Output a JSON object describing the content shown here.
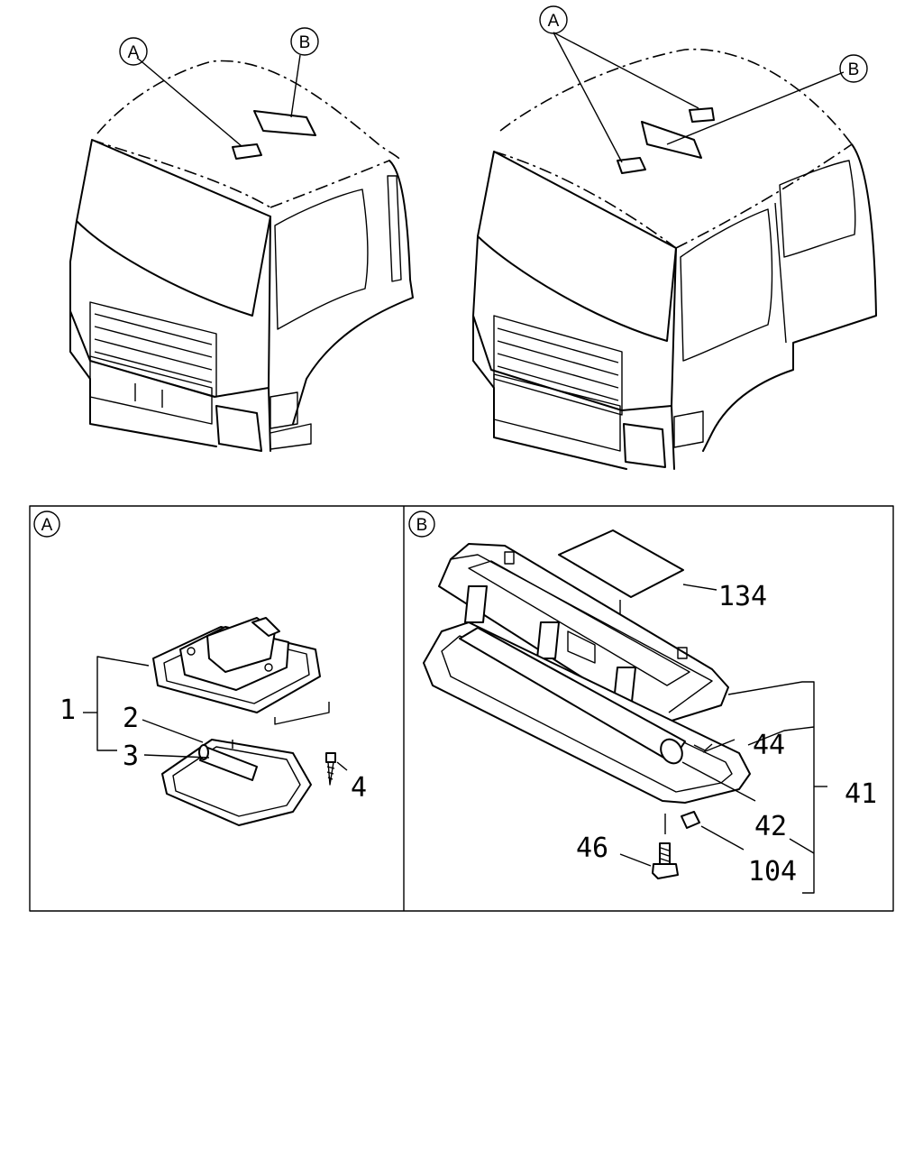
{
  "callouts": {
    "a": "A",
    "b": "B"
  },
  "panel_a": {
    "title": "A",
    "parts": [
      "1",
      "2",
      "3",
      "4"
    ]
  },
  "panel_b": {
    "title": "B",
    "parts": [
      "134",
      "44",
      "41",
      "42",
      "46",
      "104"
    ]
  }
}
